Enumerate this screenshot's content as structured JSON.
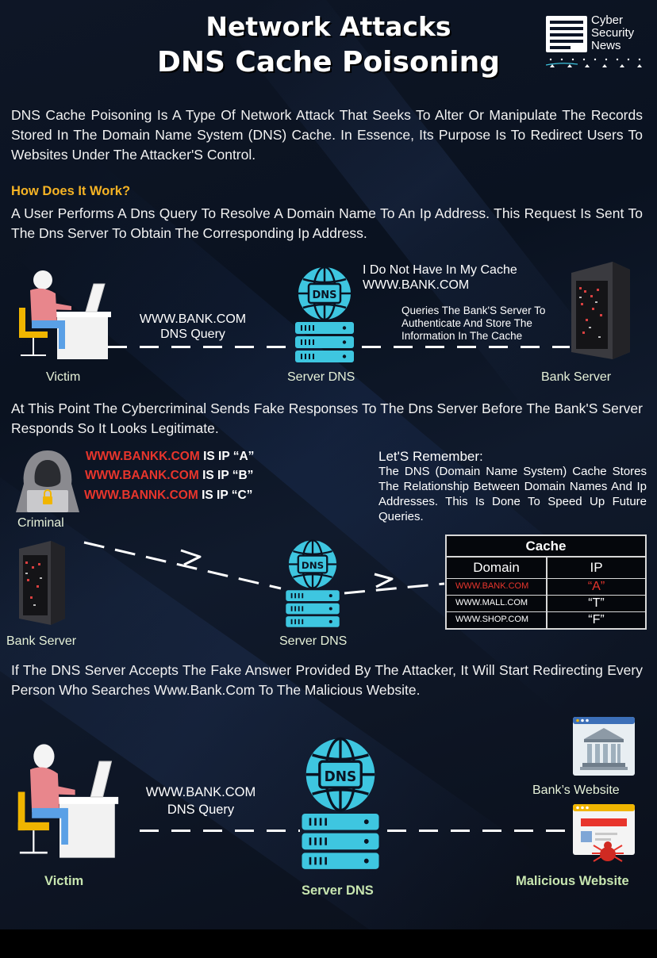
{
  "header": {
    "title_line1": "Network Attacks",
    "title_line2": "DNS Cache Poisoning",
    "logo_text": [
      "Cyber",
      "Security",
      "News"
    ]
  },
  "intro": "DNS Cache Poisoning Is A Type Of Network Attack That Seeks To Alter Or Manipulate The Records Stored In The Domain Name System (DNS) Cache. In Essence, Its Purpose Is To Redirect Users To Websites Under The Attacker'S Control.",
  "how_it_works": {
    "heading": "How Does It Work?",
    "text": "A User Performs A Dns Query To Resolve A Domain Name To An Ip Address. This Request Is Sent To The Dns Server To Obtain The Corresponding Ip Address."
  },
  "diagram1": {
    "query_domain": "WWW.BANK.COM",
    "query_label": "DNS Query",
    "dns_note_line1": "I Do Not Have In My Cache",
    "dns_note_line2": "WWW.BANK.COM",
    "bank_note": [
      "Queries The Bank'S Server To",
      "Authenticate And Store The",
      "Information In The Cache"
    ],
    "victim_label": "Victim",
    "dns_label": "Server DNS",
    "bank_label": "Bank Server",
    "dns_badge": "DNS"
  },
  "stage2": {
    "text": "At This Point The Cybercriminal Sends Fake Responses To The Dns Server Before The Bank'S Server Responds So It Looks Legitimate.",
    "fake_responses": [
      {
        "domain": "WWW.BANKK.COM",
        "text": "IS IP “A”"
      },
      {
        "domain": "WWW.BAANK.COM",
        "text": "IS IP  “B”"
      },
      {
        "domain": "WWW.BANNK.COM",
        "text": " IS IP  “C”"
      }
    ],
    "criminal_label": "Criminal",
    "remember_title": "Let'S Remember:",
    "remember_text": "The DNS (Domain Name System) Cache Stores The Relationship Between Domain Names And Ip Addresses. This Is Done To Speed Up Future Queries.",
    "bank_label": "Bank Server",
    "dns_label": "Server DNS",
    "dns_badge": "DNS",
    "cache": {
      "title": "Cache",
      "col_domain": "Domain",
      "col_ip": "IP",
      "rows": [
        {
          "domain": "WWW.BANK.COM",
          "ip": "“A”",
          "poisoned": true
        },
        {
          "domain": "WWW.MALL.COM",
          "ip": "“T”",
          "poisoned": false
        },
        {
          "domain": "WWW.SHOP.COM",
          "ip": "“F”",
          "poisoned": false
        }
      ]
    }
  },
  "stage3": {
    "text": "If The DNS Server Accepts The Fake Answer Provided By The Attacker, It Will Start Redirecting Every Person Who Searches Www.Bank.Com To The Malicious Website.",
    "query_domain": "WWW.BANK.COM",
    "query_label": "DNS Query",
    "victim_label": "Victim",
    "dns_label": "Server DNS",
    "dns_badge": "DNS",
    "bank_site_label": "Bank’s  Website",
    "malicious_label": "Malicious Website"
  },
  "colors": {
    "accent_yellow": "#f5b324",
    "dns_cyan": "#3ec6e0",
    "alert_red": "#e8352c",
    "label_green": "#c8e6b0"
  }
}
